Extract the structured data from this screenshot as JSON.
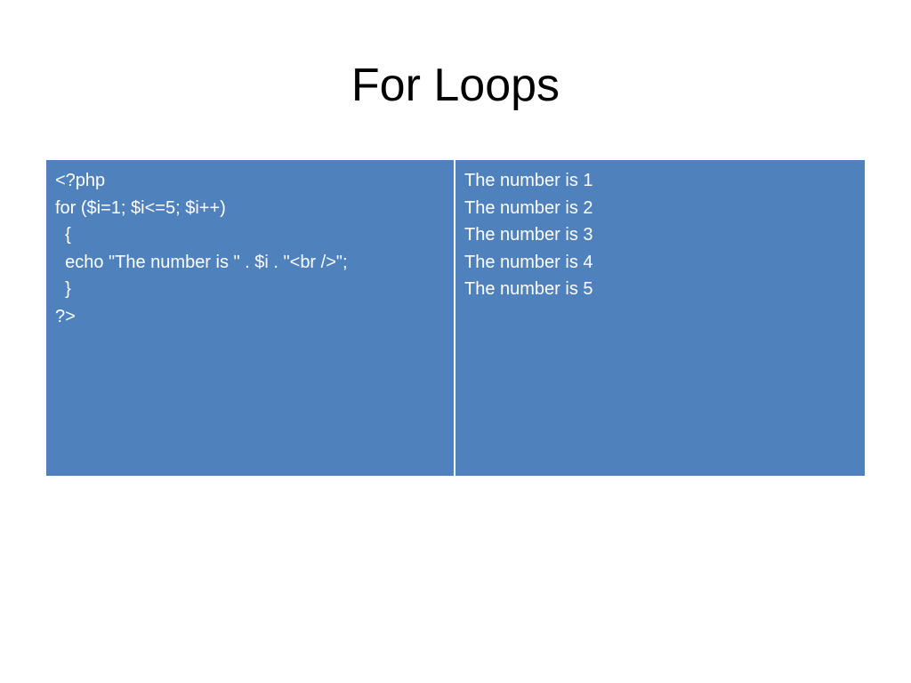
{
  "slide": {
    "title": "For Loops"
  },
  "table": {
    "code_lines": [
      "<?php",
      "for ($i=1; $i<=5; $i++)",
      "  {",
      "  echo \"The number is \" . $i . \"<br />\";",
      "  }",
      "?>"
    ],
    "output_lines": [
      "The number is 1",
      "The number is 2",
      "The number is 3",
      "The number is 4",
      "The number is 5"
    ]
  },
  "colors": {
    "cell_fill": "#4f81bd",
    "cell_text": "#ffffff",
    "title_text": "#000000",
    "background": "#ffffff"
  }
}
